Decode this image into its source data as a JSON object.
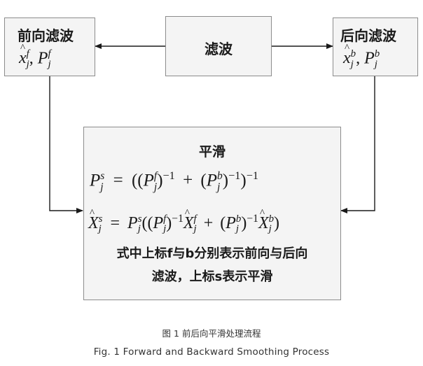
{
  "nodes": {
    "filter": {
      "label": "滤波"
    },
    "forward": {
      "label": "前向滤波",
      "math": {
        "x": "x",
        "P": "P",
        "sup": "f",
        "sub": "j",
        "sep": ","
      }
    },
    "backward": {
      "label": "后向滤波",
      "math": {
        "x": "x",
        "P": "P",
        "sup": "b",
        "sub": "j",
        "sep": ","
      }
    },
    "smoothing": {
      "title": "平滑",
      "eq1": {
        "lhs_sym": "P",
        "lhs_sup": "s",
        "lhs_sub": "j",
        "eq": "=",
        "open": "((",
        "p1": "P",
        "p1_sup": "f",
        "p1_sub": "j",
        "inv": "−1",
        "plus": "+",
        "p2": "P",
        "p2_sup": "b",
        "p2_sub": "j",
        "close_inv": ")",
        "outer_inv": "−1"
      },
      "eq2": {
        "lhs_sym": "X",
        "lhs_sup": "s",
        "lhs_sub": "j",
        "eq": "=",
        "ps": "P",
        "ps_sup": "s",
        "ps_sub": "j",
        "p1": "P",
        "p1_sup": "f",
        "p1_sub": "j",
        "x1": "X",
        "x1_sup": "f",
        "x1_sub": "j",
        "plus": "+",
        "p2": "P",
        "p2_sup": "b",
        "p2_sub": "j",
        "x2": "X",
        "x2_sup": "b",
        "x2_sub": "j",
        "inv": "−1"
      },
      "note_line1": "式中上标f与b分别表示前向与后向",
      "note_line2": "滤波，上标s表示平滑"
    }
  },
  "caption": {
    "cn": "图 1 前后向平滑处理流程",
    "en": "Fig. 1 Forward and Backward Smoothing Process"
  },
  "colors": {
    "box_fill": "#f4f4f4",
    "box_border": "#8c8c8c",
    "arrow": "#1a1a1a"
  }
}
